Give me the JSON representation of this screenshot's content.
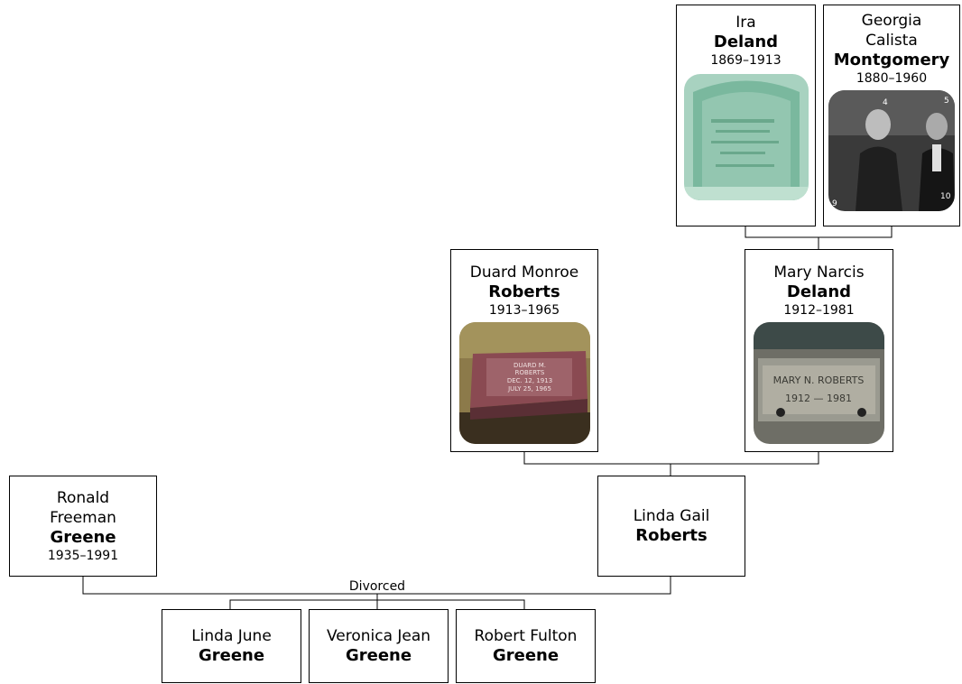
{
  "people": {
    "ira": {
      "given": "Ira",
      "surname": "Deland",
      "dates": "1869–1913",
      "photo": "headstone-photo"
    },
    "georgia": {
      "given_line1": "Georgia",
      "given_line2": "Calista",
      "surname": "Montgomery",
      "dates": "1880–1960",
      "photo": "family-group-photo",
      "photo_numbers": [
        "4",
        "5",
        "9",
        "10"
      ]
    },
    "duard": {
      "given": "Duard Monroe",
      "surname": "Roberts",
      "dates": "1913–1965",
      "photo": "headstone-photo",
      "headstone_text": [
        "DUARD M.",
        "ROBERTS",
        "DEC. 12, 1913",
        "JULY 25, 1965"
      ]
    },
    "mary": {
      "given": "Mary Narcis",
      "surname": "Deland",
      "dates": "1912–1981",
      "photo": "headstone-photo",
      "headstone_text": [
        "MARY N. ROBERTS",
        "1912 — 1981"
      ]
    },
    "ronald": {
      "given_line1": "Ronald",
      "given_line2": "Freeman",
      "surname": "Greene",
      "dates": "1935–1991"
    },
    "linda_gail": {
      "given": "Linda Gail",
      "surname": "Roberts"
    },
    "linda_june": {
      "given": "Linda June",
      "surname": "Greene"
    },
    "veronica": {
      "given": "Veronica Jean",
      "surname": "Greene"
    },
    "robert": {
      "given": "Robert Fulton",
      "surname": "Greene"
    }
  },
  "relationship_label": "Divorced"
}
